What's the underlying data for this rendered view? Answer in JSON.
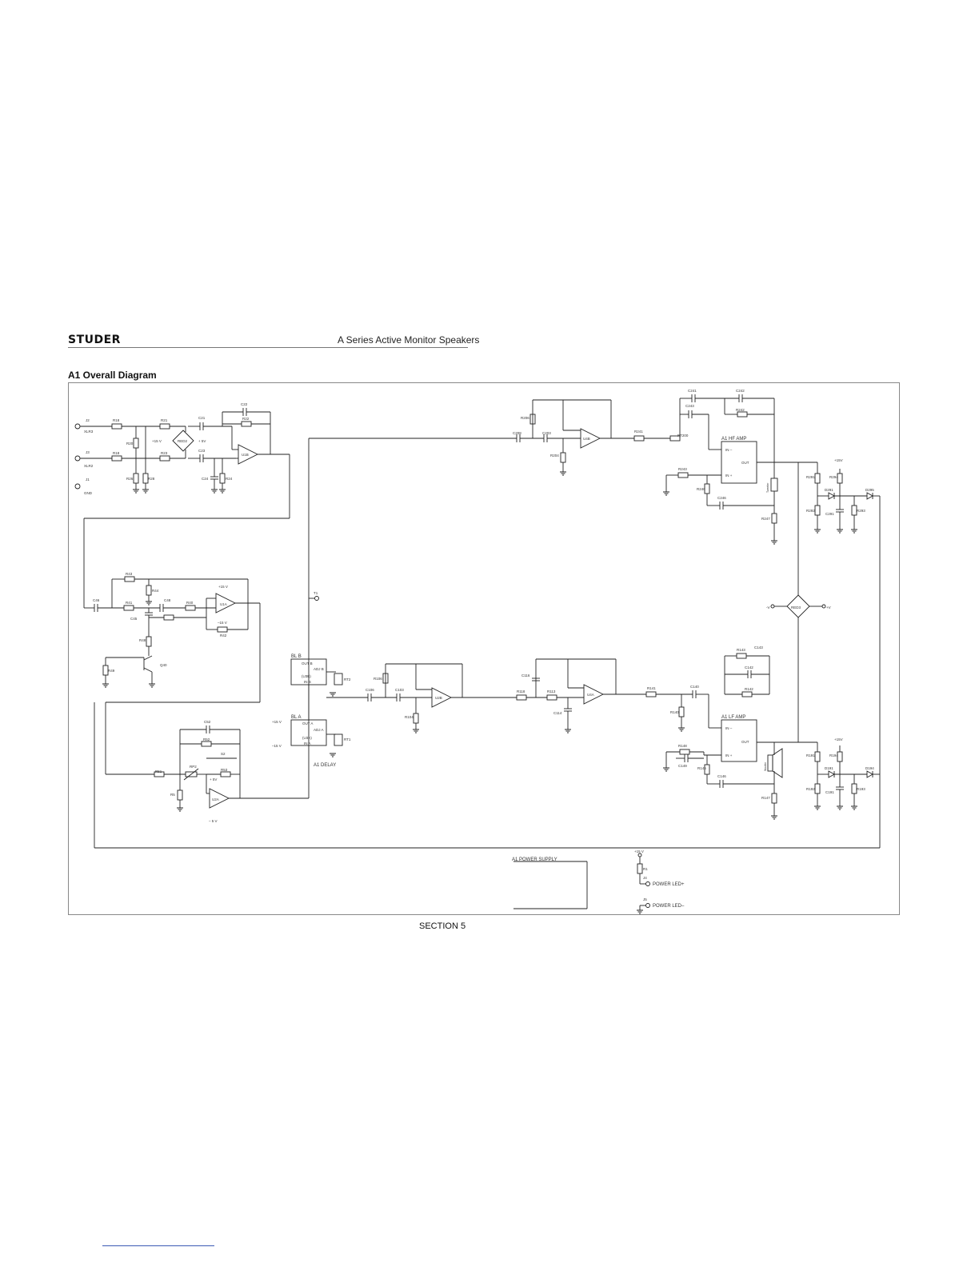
{
  "header": {
    "logo": "STUDER",
    "title": "A Series Active Monitor Speakers"
  },
  "section_title": "A1 Overall Diagram",
  "footer": "SECTION 5",
  "blocks": {
    "hf_amp": "A1 HF AMP",
    "lf_amp": "A1 LF AMP",
    "delay": "A1 DELAY",
    "power_supply": "A1 POWER SUPPLY",
    "bl_b": "BL B",
    "bl_a": "BL A",
    "power_led_pos": "POWER LED+",
    "power_led_neg": "POWER LED–"
  },
  "connectors": {
    "j2": "J2",
    "xlr3": "XLR3",
    "j3": "J3",
    "xlr2": "XLR2",
    "j1": "J1",
    "gnd": "GND",
    "t1": "T1",
    "j4": "J4",
    "j5": "J5"
  },
  "chips": {
    "u1b": "U1B",
    "u1a": "U1A",
    "u2a": "U2A",
    "u4b": "U4B",
    "u2b": "U2B",
    "u4a": "U4A",
    "q40": "Q40",
    "red2": "RED2",
    "red3": "RED3",
    "out_b": "OUT B",
    "adj_b": "ADJ B",
    "u3b": "(U3B)",
    "in_b": "IN B",
    "out_a": "OUT A",
    "adj_a": "ADJ A",
    "u3a": "(U3A)",
    "in_a": "IN A",
    "rt2": "RT2",
    "rt1": "RT1",
    "rt200": "RT200",
    "in_minus": "IN –",
    "in_plus": "IN +",
    "out": "OUT",
    "tweeter": "Tweeter",
    "woofer": "Woofer"
  },
  "rails": {
    "p15": "+15 V",
    "m15": "–15 V",
    "p5": "+ 5V",
    "m5": "– 5 V",
    "p15b": "+15V",
    "p15c": "+15V",
    "minus_v": "-V",
    "plus_v": "+V"
  },
  "components": {
    "r18a": "R18",
    "r21": "R21",
    "c21": "C21",
    "c22": "C22",
    "r22": "R22",
    "r20": "R20",
    "r18b": "R18",
    "r23": "R23",
    "c23": "C23",
    "r26": "R26",
    "r28": "R28",
    "c24": "C24",
    "r24": "R24",
    "r43": "R43",
    "r44": "R44",
    "c46": "C46",
    "r41": "R41",
    "c48": "C48",
    "r40": "R40",
    "r45": "R45",
    "r42": "R42",
    "c45": "C45",
    "r48": "R48",
    "r49": "R49",
    "c52": "C52",
    "r52": "R52",
    "s2": "S2",
    "rp2": "RP2",
    "r53": "R53",
    "r51": "R51",
    "r5": "R5",
    "r206": "R206",
    "c208": "C208",
    "c203": "C203",
    "r204": "R204",
    "r241": "R241",
    "c241": "C241",
    "c242": "C242",
    "c243": "C243",
    "r242": "R242",
    "r243": "R243",
    "r246": "R246",
    "c246": "C246",
    "r247": "R247",
    "r291": "R291",
    "r294": "R294",
    "d291": "D291",
    "d295": "D295",
    "r292": "R292",
    "c291": "C291",
    "r293": "R293",
    "r106": "R106",
    "c106": "C106",
    "c103": "C103",
    "r104": "R104",
    "c116": "C116",
    "r118": "R118",
    "r113": "R113",
    "c114": "C114",
    "r141": "R141",
    "c140": "C140",
    "r140": "R140",
    "r143": "R143",
    "c143": "C143",
    "c142": "C142",
    "r142": "R142",
    "r148": "R148",
    "c149": "C149",
    "r146": "R146",
    "c146": "C146",
    "r147": "R147",
    "r191": "R191",
    "r194": "R194",
    "d191": "D191",
    "d194": "D194",
    "r192": "R192",
    "c191": "C191",
    "r193": "R193",
    "r1": "R1"
  }
}
